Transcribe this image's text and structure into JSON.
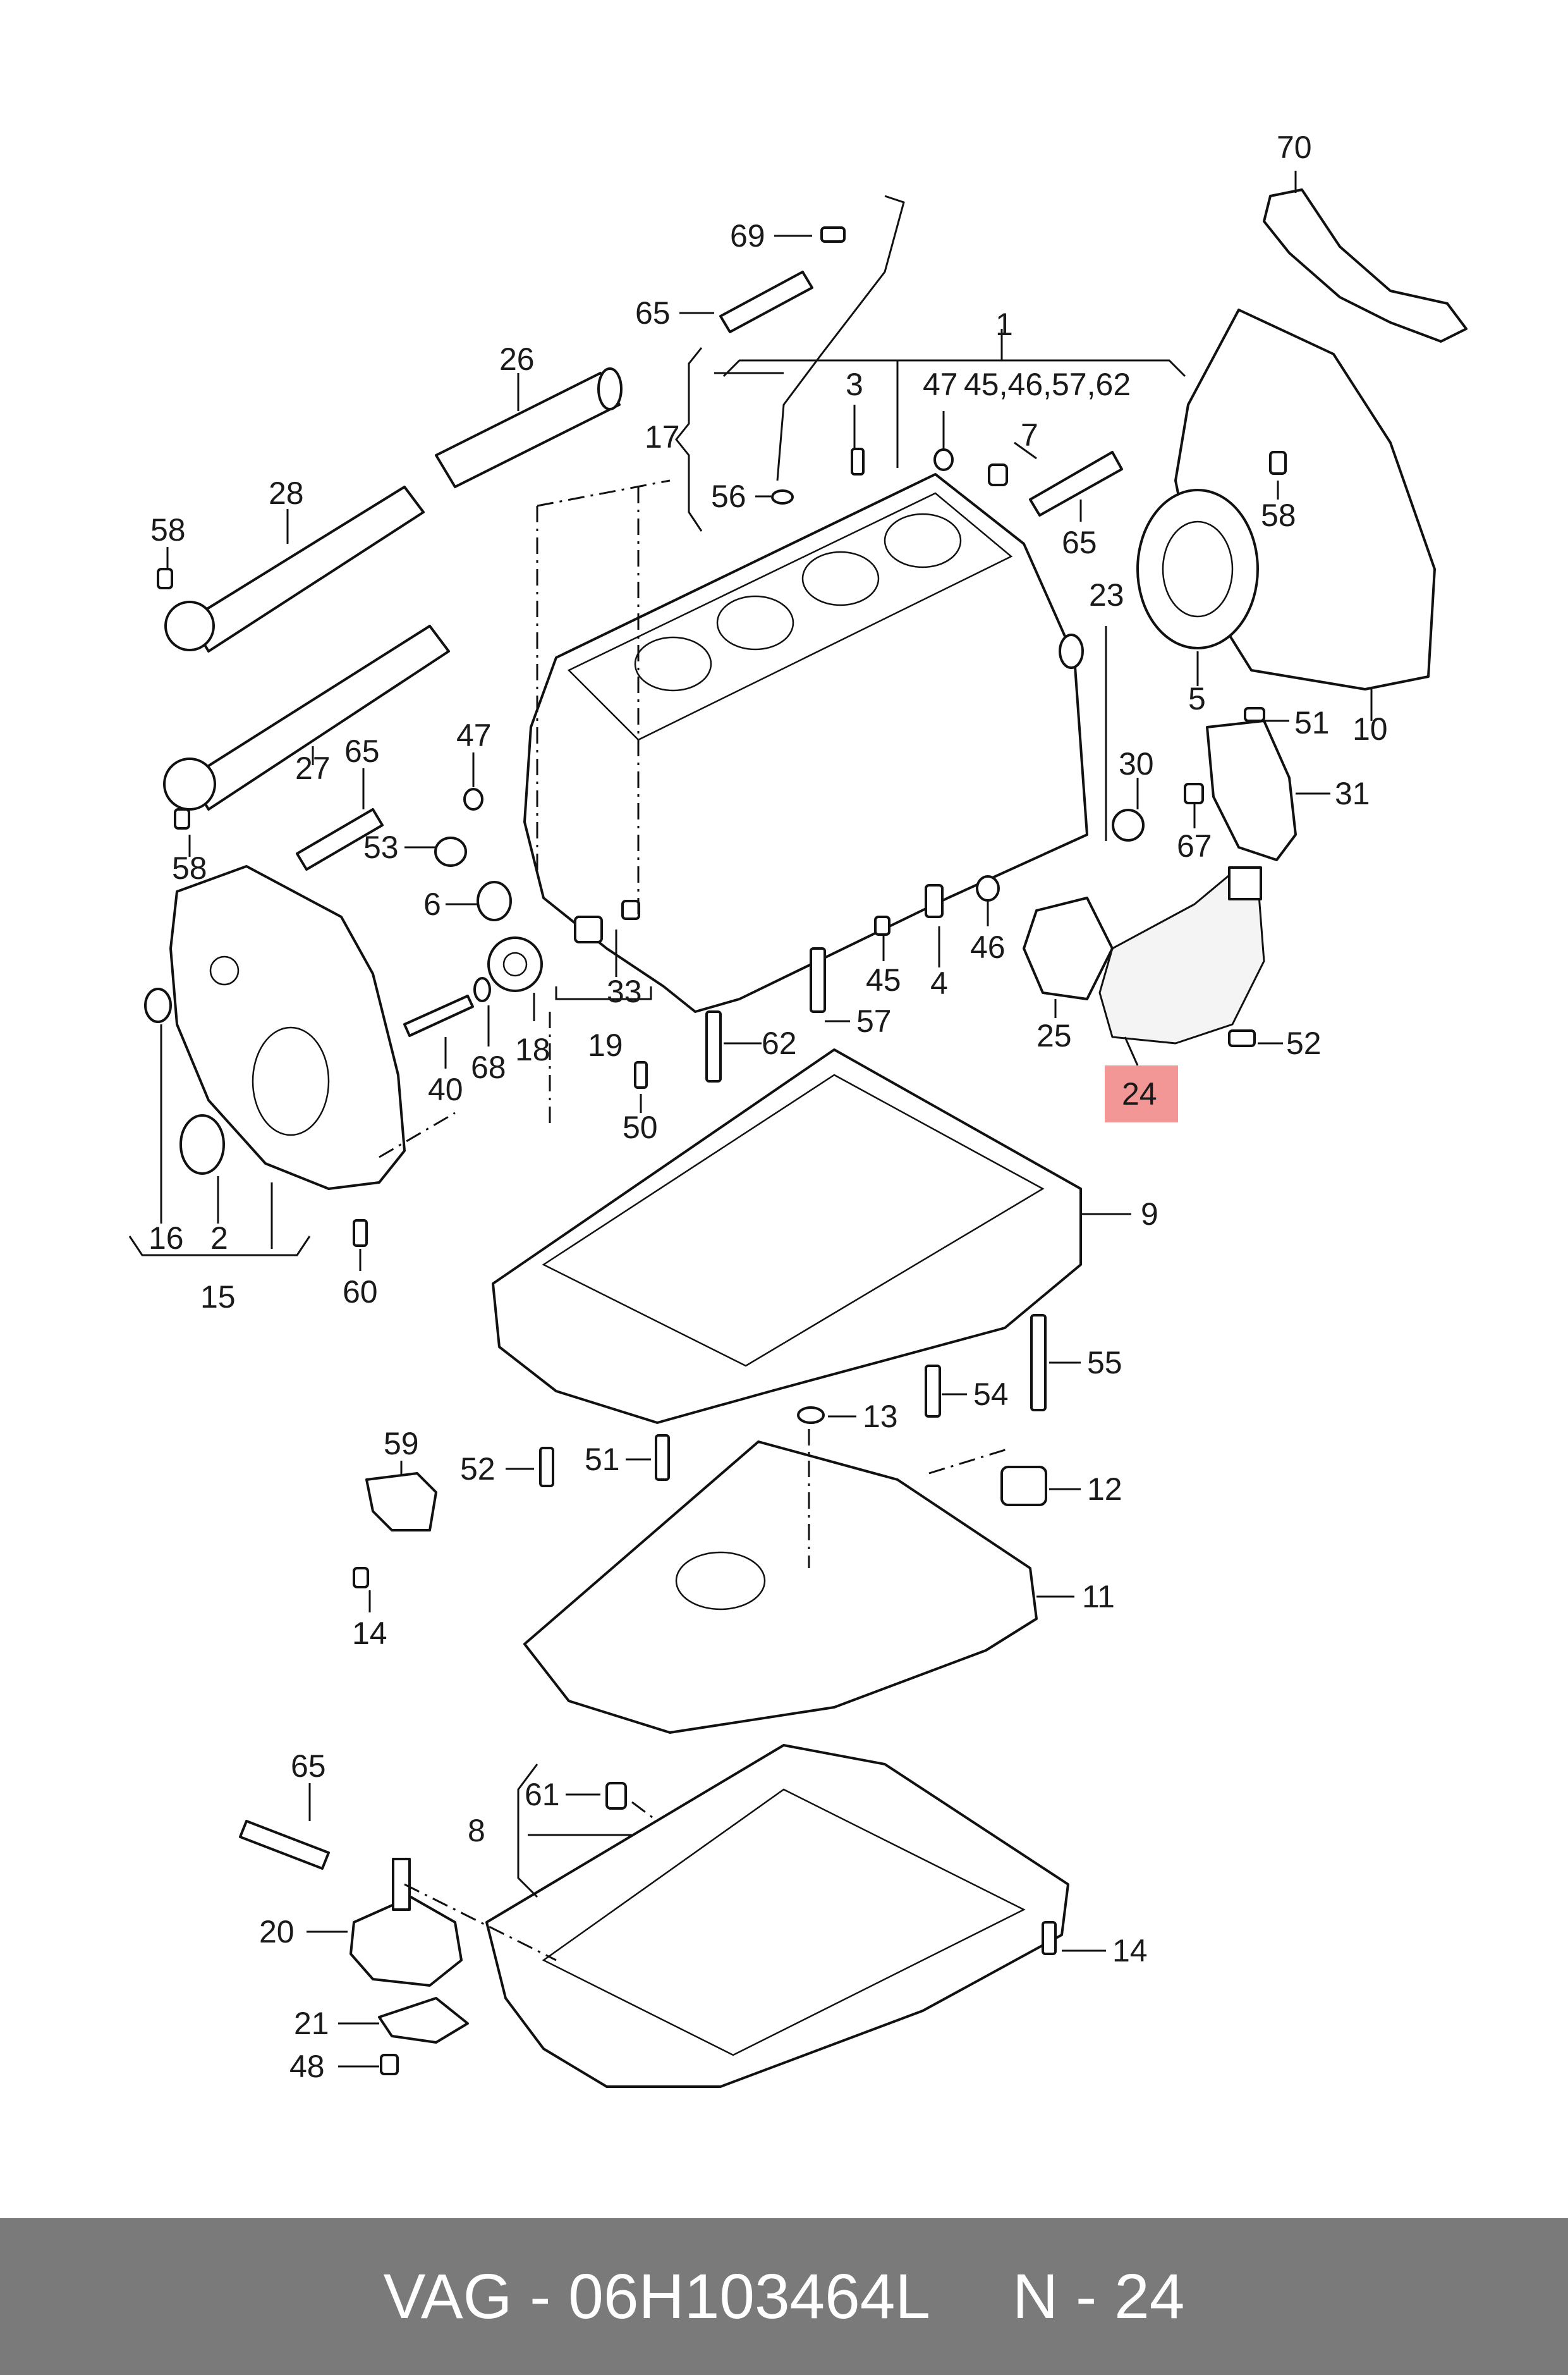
{
  "footer": {
    "brand": "VAG",
    "sep1": " - ",
    "part_number": "06H103464L",
    "position_prefix": "N",
    "sep2": " - ",
    "position_number": "24"
  },
  "highlighted_callout": "24",
  "callouts": {
    "c1": "1",
    "c2": "2",
    "c3": "3",
    "c4": "4",
    "c5": "5",
    "c6": "6",
    "c7": "7",
    "c8": "8",
    "c9": "9",
    "c10": "10",
    "c11": "11",
    "c12": "12",
    "c13": "13",
    "c14a": "14",
    "c14b": "14",
    "c15": "15",
    "c16": "16",
    "c17": "17",
    "c18": "18",
    "c19": "19",
    "c20": "20",
    "c21": "21",
    "c23": "23",
    "c24": "24",
    "c25": "25",
    "c26": "26",
    "c27": "27",
    "c28": "28",
    "c30": "30",
    "c31": "31",
    "c33": "33",
    "c40": "40",
    "c45": "45",
    "c46": "46",
    "c47a": "47",
    "c47b": "47",
    "c45group": "45,46,57,62",
    "c48": "48",
    "c50": "50",
    "c51a": "51",
    "c51b": "51",
    "c52a": "52",
    "c52b": "52",
    "c53": "53",
    "c54": "54",
    "c55": "55",
    "c56": "56",
    "c57": "57",
    "c58a": "58",
    "c58b": "58",
    "c58c": "58",
    "c59": "59",
    "c60": "60",
    "c61": "61",
    "c62": "62",
    "c65a": "65",
    "c65b": "65",
    "c65c": "65",
    "c65d": "65",
    "c67": "67",
    "c68": "68",
    "c69": "69",
    "c70": "70"
  }
}
